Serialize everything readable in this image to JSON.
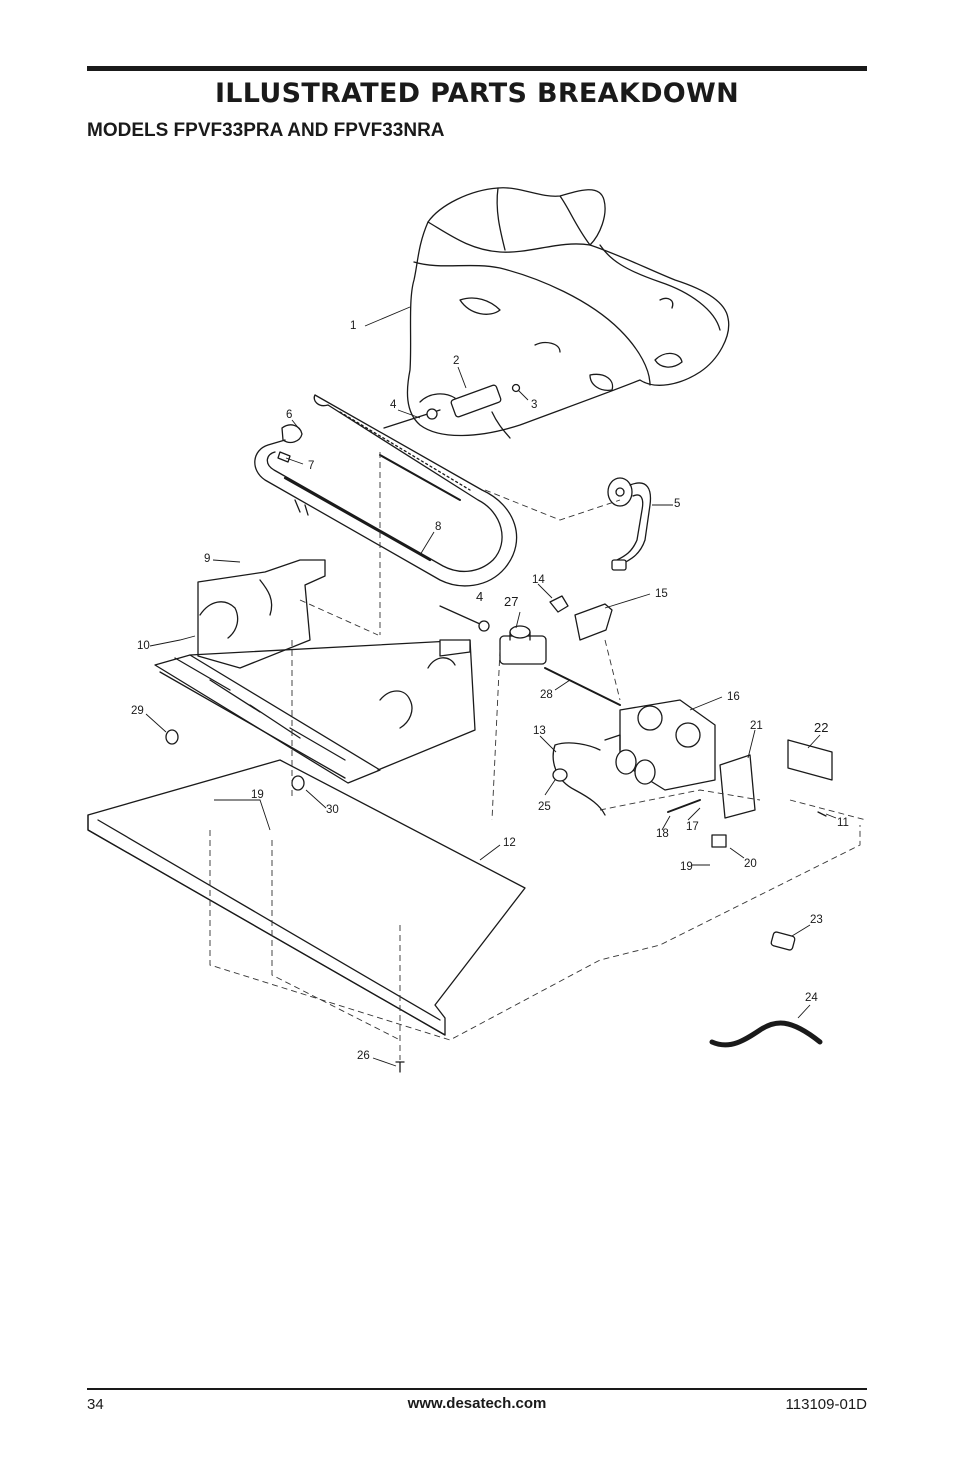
{
  "header": {
    "title": "ILLUSTRATED PARTS BREAKDOWN",
    "subtitle": "MODELS FPVF33PRA AND FPVF33NRA"
  },
  "diagram": {
    "callouts": [
      {
        "id": "c1",
        "text": "1"
      },
      {
        "id": "c2",
        "text": "2"
      },
      {
        "id": "c3",
        "text": "3"
      },
      {
        "id": "c4a",
        "text": "4"
      },
      {
        "id": "c4b",
        "text": "4"
      },
      {
        "id": "c5",
        "text": "5"
      },
      {
        "id": "c6",
        "text": "6"
      },
      {
        "id": "c7",
        "text": "7"
      },
      {
        "id": "c8",
        "text": "8"
      },
      {
        "id": "c9",
        "text": "9"
      },
      {
        "id": "c10",
        "text": "10"
      },
      {
        "id": "c11",
        "text": "11"
      },
      {
        "id": "c12",
        "text": "12"
      },
      {
        "id": "c13",
        "text": "13"
      },
      {
        "id": "c14",
        "text": "14"
      },
      {
        "id": "c15",
        "text": "15"
      },
      {
        "id": "c16",
        "text": "16"
      },
      {
        "id": "c17",
        "text": "17"
      },
      {
        "id": "c18",
        "text": "18"
      },
      {
        "id": "c19a",
        "text": "19"
      },
      {
        "id": "c19b",
        "text": "19"
      },
      {
        "id": "c20",
        "text": "20"
      },
      {
        "id": "c21",
        "text": "21"
      },
      {
        "id": "c22",
        "text": "22"
      },
      {
        "id": "c23",
        "text": "23"
      },
      {
        "id": "c24",
        "text": "24"
      },
      {
        "id": "c25",
        "text": "25"
      },
      {
        "id": "c26",
        "text": "26"
      },
      {
        "id": "c27",
        "text": "27"
      },
      {
        "id": "c28",
        "text": "28"
      },
      {
        "id": "c29",
        "text": "29"
      },
      {
        "id": "c30",
        "text": "30"
      }
    ]
  },
  "footer": {
    "page_number": "34",
    "website": "www.desatech.com",
    "doc_number": "113109-01D"
  }
}
